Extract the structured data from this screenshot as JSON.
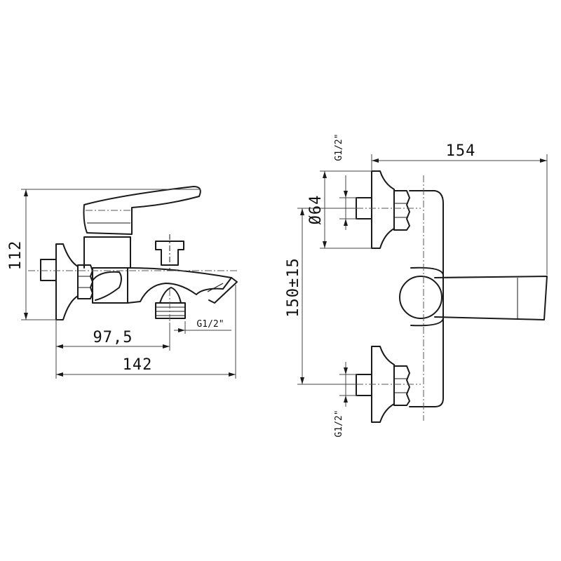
{
  "side_view": {
    "dim_height": "112",
    "dim_spout_distance": "97,5",
    "dim_overall_length": "142",
    "outlet_thread": "G1/2\""
  },
  "front_view": {
    "dim_width": "154",
    "inlet_thread_top": "G1/2\"",
    "inlet_thread_bottom": "G1/2\"",
    "dim_escutcheon_diameter": "Ø64",
    "dim_centers": "150±15"
  }
}
